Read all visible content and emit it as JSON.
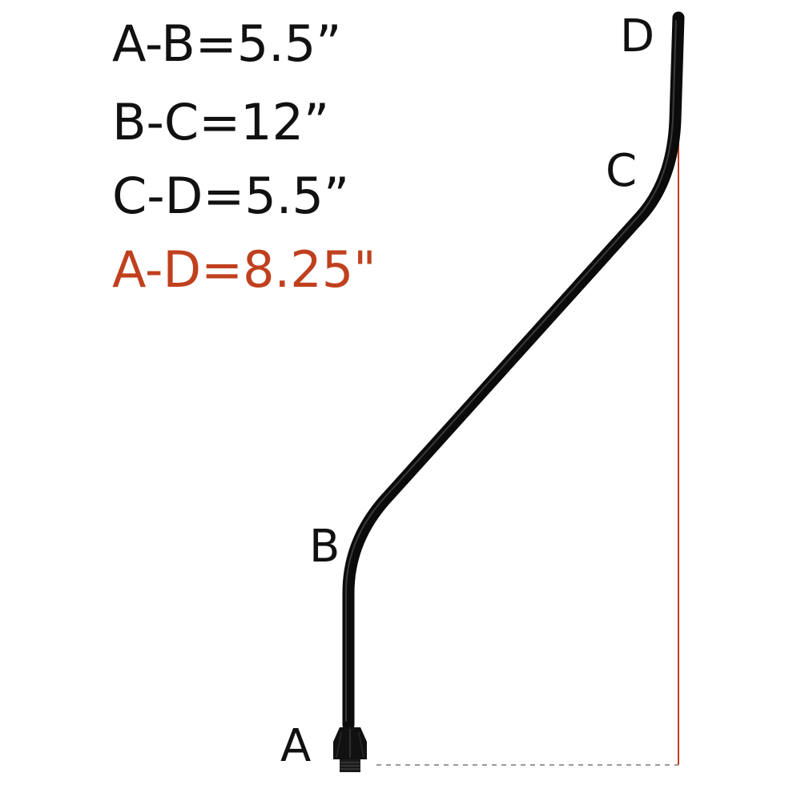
{
  "measurements": [
    {
      "label": "A-B=5.5”"
    },
    {
      "label": "B-C=12”"
    },
    {
      "label": "C-D=5.5”"
    },
    {
      "label": "A-D=8.25\""
    }
  ],
  "points": {
    "a": "A",
    "b": "B",
    "c": "C",
    "d": "D"
  },
  "colors": {
    "text": "#111111",
    "highlight": "#c0401e",
    "rod": "#0b0b0b",
    "guide_dashed": "#9a9a9a"
  }
}
